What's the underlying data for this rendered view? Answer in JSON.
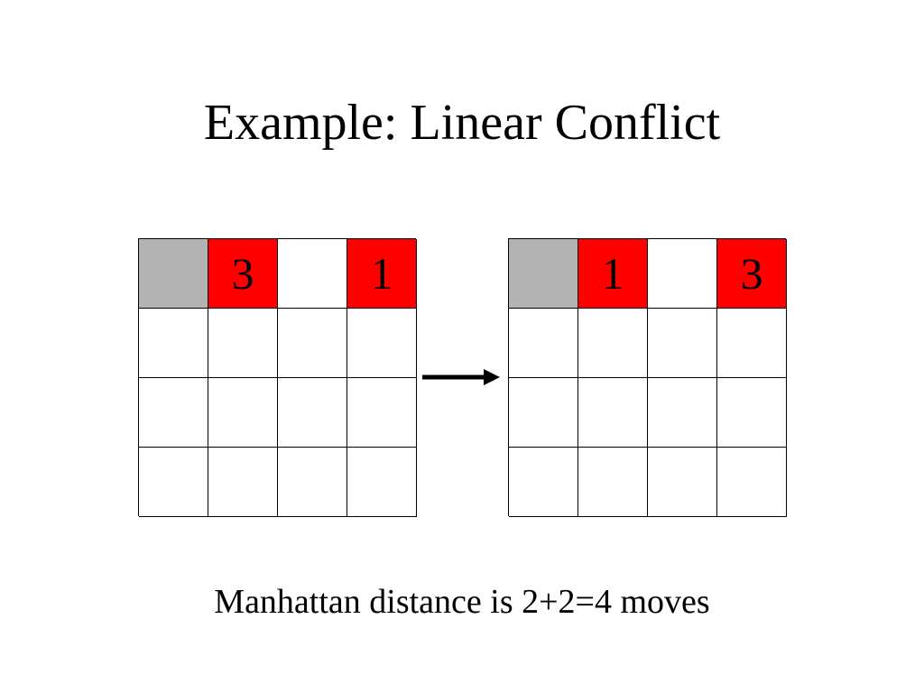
{
  "slide": {
    "title": "Example: Linear Conflict",
    "caption": "Manhattan distance is 2+2=4 moves"
  },
  "colors": {
    "blank_tile": "#b3b3b3",
    "conflict_tile": "#ff0000",
    "empty_tile": "#ffffff",
    "grid_line": "#000000"
  },
  "grids": {
    "before": {
      "rows": 4,
      "cols": 4,
      "cells": [
        {
          "label": "",
          "fill": "blank"
        },
        {
          "label": "3",
          "fill": "conflict"
        },
        {
          "label": "",
          "fill": "empty"
        },
        {
          "label": "1",
          "fill": "conflict"
        },
        {
          "label": "",
          "fill": "empty"
        },
        {
          "label": "",
          "fill": "empty"
        },
        {
          "label": "",
          "fill": "empty"
        },
        {
          "label": "",
          "fill": "empty"
        },
        {
          "label": "",
          "fill": "empty"
        },
        {
          "label": "",
          "fill": "empty"
        },
        {
          "label": "",
          "fill": "empty"
        },
        {
          "label": "",
          "fill": "empty"
        },
        {
          "label": "",
          "fill": "empty"
        },
        {
          "label": "",
          "fill": "empty"
        },
        {
          "label": "",
          "fill": "empty"
        },
        {
          "label": "",
          "fill": "empty"
        }
      ]
    },
    "after": {
      "rows": 4,
      "cols": 4,
      "cells": [
        {
          "label": "",
          "fill": "blank"
        },
        {
          "label": "1",
          "fill": "conflict"
        },
        {
          "label": "",
          "fill": "empty"
        },
        {
          "label": "3",
          "fill": "conflict"
        },
        {
          "label": "",
          "fill": "empty"
        },
        {
          "label": "",
          "fill": "empty"
        },
        {
          "label": "",
          "fill": "empty"
        },
        {
          "label": "",
          "fill": "empty"
        },
        {
          "label": "",
          "fill": "empty"
        },
        {
          "label": "",
          "fill": "empty"
        },
        {
          "label": "",
          "fill": "empty"
        },
        {
          "label": "",
          "fill": "empty"
        },
        {
          "label": "",
          "fill": "empty"
        },
        {
          "label": "",
          "fill": "empty"
        },
        {
          "label": "",
          "fill": "empty"
        },
        {
          "label": "",
          "fill": "empty"
        }
      ]
    }
  },
  "arrow": {
    "icon": "right-arrow-icon",
    "color": "#000000"
  }
}
